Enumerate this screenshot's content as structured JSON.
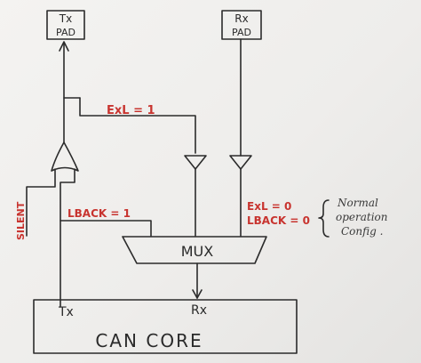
{
  "diagram": {
    "tx_pad": {
      "line1": "Tx",
      "line2": "PAD"
    },
    "rx_pad": {
      "line1": "Rx",
      "line2": "PAD"
    },
    "signals": {
      "exl_top": "ExL = 1",
      "silent": "SILENT",
      "lback": "LBACK = 1",
      "exl_zero": "ExL = 0",
      "lback_zero": "LBACK = 0"
    },
    "mux_label": "MUX",
    "normal_note": {
      "line1": "Normal",
      "line2": "operation",
      "line3": "Config ."
    },
    "core": {
      "title": "CAN CORE",
      "tx": "Tx",
      "rx": "Rx"
    }
  }
}
